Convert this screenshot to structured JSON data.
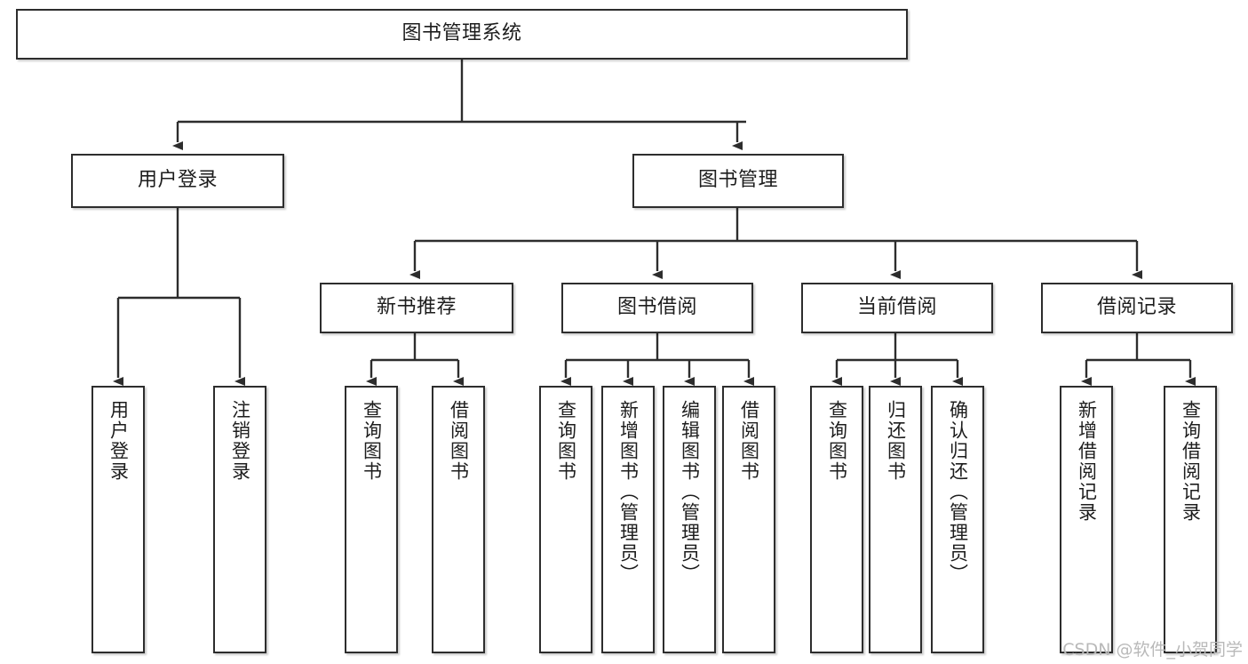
{
  "diagram": {
    "title": "图书管理系统",
    "watermark": "CSDN @软件_小贺同学",
    "stroke_color": "#2d2d2d",
    "fill_color": "#ffffff",
    "text_color": "#1d1d1d",
    "watermark_color": "#b9b9b9"
  },
  "nodes": {
    "root": {
      "label": "图书管理系统"
    },
    "level1": [
      {
        "label": "用户登录"
      },
      {
        "label": "图书管理"
      }
    ],
    "level2": [
      {
        "label": "新书推荐"
      },
      {
        "label": "图书借阅"
      },
      {
        "label": "当前借阅"
      },
      {
        "label": "借阅记录"
      }
    ],
    "leaves_user_login": [
      {
        "label": "用户登录"
      },
      {
        "label": "注销登录"
      }
    ],
    "leaves_new_book": [
      {
        "label": "查询图书"
      },
      {
        "label": "借阅图书"
      }
    ],
    "leaves_borrow": [
      {
        "label": "查询图书"
      },
      {
        "label": "新增图书（管理员）"
      },
      {
        "label": "编辑图书（管理员）"
      },
      {
        "label": "借阅图书"
      }
    ],
    "leaves_current": [
      {
        "label": "查询图书"
      },
      {
        "label": "归还图书"
      },
      {
        "label": "确认归还（管理员）"
      }
    ],
    "leaves_records": [
      {
        "label": "新增借阅记录"
      },
      {
        "label": "查询借阅记录"
      }
    ]
  },
  "chart_data": {
    "type": "tree-diagram",
    "title": "图书管理系统",
    "root": "图书管理系统",
    "hierarchy": [
      {
        "label": "用户登录",
        "children": [
          "用户登录",
          "注销登录"
        ]
      },
      {
        "label": "图书管理",
        "children": [
          {
            "label": "新书推荐",
            "children": [
              "查询图书",
              "借阅图书"
            ]
          },
          {
            "label": "图书借阅",
            "children": [
              "查询图书",
              "新增图书（管理员）",
              "编辑图书（管理员）",
              "借阅图书"
            ]
          },
          {
            "label": "当前借阅",
            "children": [
              "查询图书",
              "归还图书",
              "确认归还（管理员）"
            ]
          },
          {
            "label": "借阅记录",
            "children": [
              "新增借阅记录",
              "查询借阅记录"
            ]
          }
        ]
      }
    ]
  }
}
